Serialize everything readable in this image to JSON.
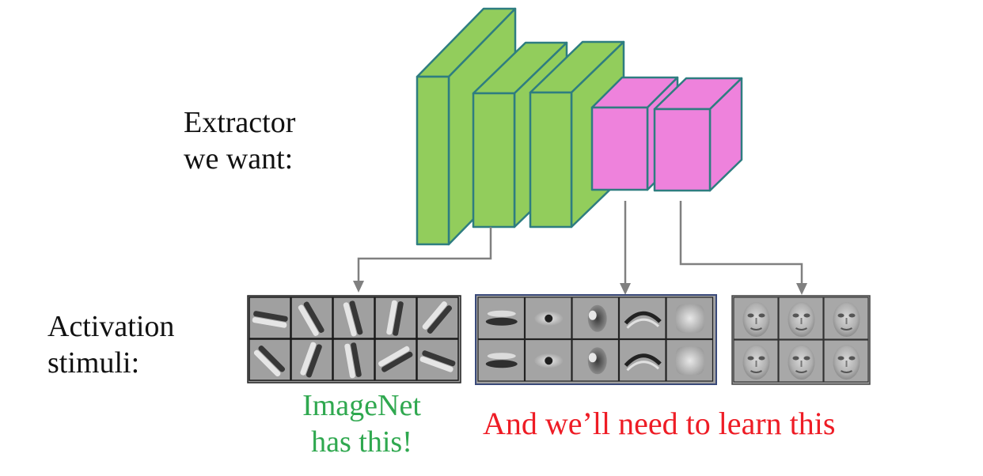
{
  "labels": {
    "extractor_line1": "Extractor",
    "extractor_line2": "we want:",
    "activation_line1": "Activation",
    "activation_line2": "stimuli:",
    "imagenet_line1": "ImageNet",
    "imagenet_line2": "has this!",
    "learn_note": "And we’ll need to learn this"
  },
  "colors": {
    "generic_layer_fill": "#92cd5c",
    "specific_layer_fill": "#ee82dc",
    "layer_stroke": "#2e7d80",
    "arrow": "#808080",
    "imagenet_note": "#2fa84f",
    "learn_note": "#ee1c25"
  },
  "network": {
    "generic_layers": 3,
    "specific_layers": 2
  },
  "stimuli_panels": [
    {
      "name": "edge-filters",
      "kind": "oriented edges",
      "rows": 2,
      "cols": 5
    },
    {
      "name": "part-filters",
      "kind": "face parts",
      "rows": 2,
      "cols": 5
    },
    {
      "name": "face-filters",
      "kind": "whole faces",
      "rows": 2,
      "cols": 3
    }
  ]
}
